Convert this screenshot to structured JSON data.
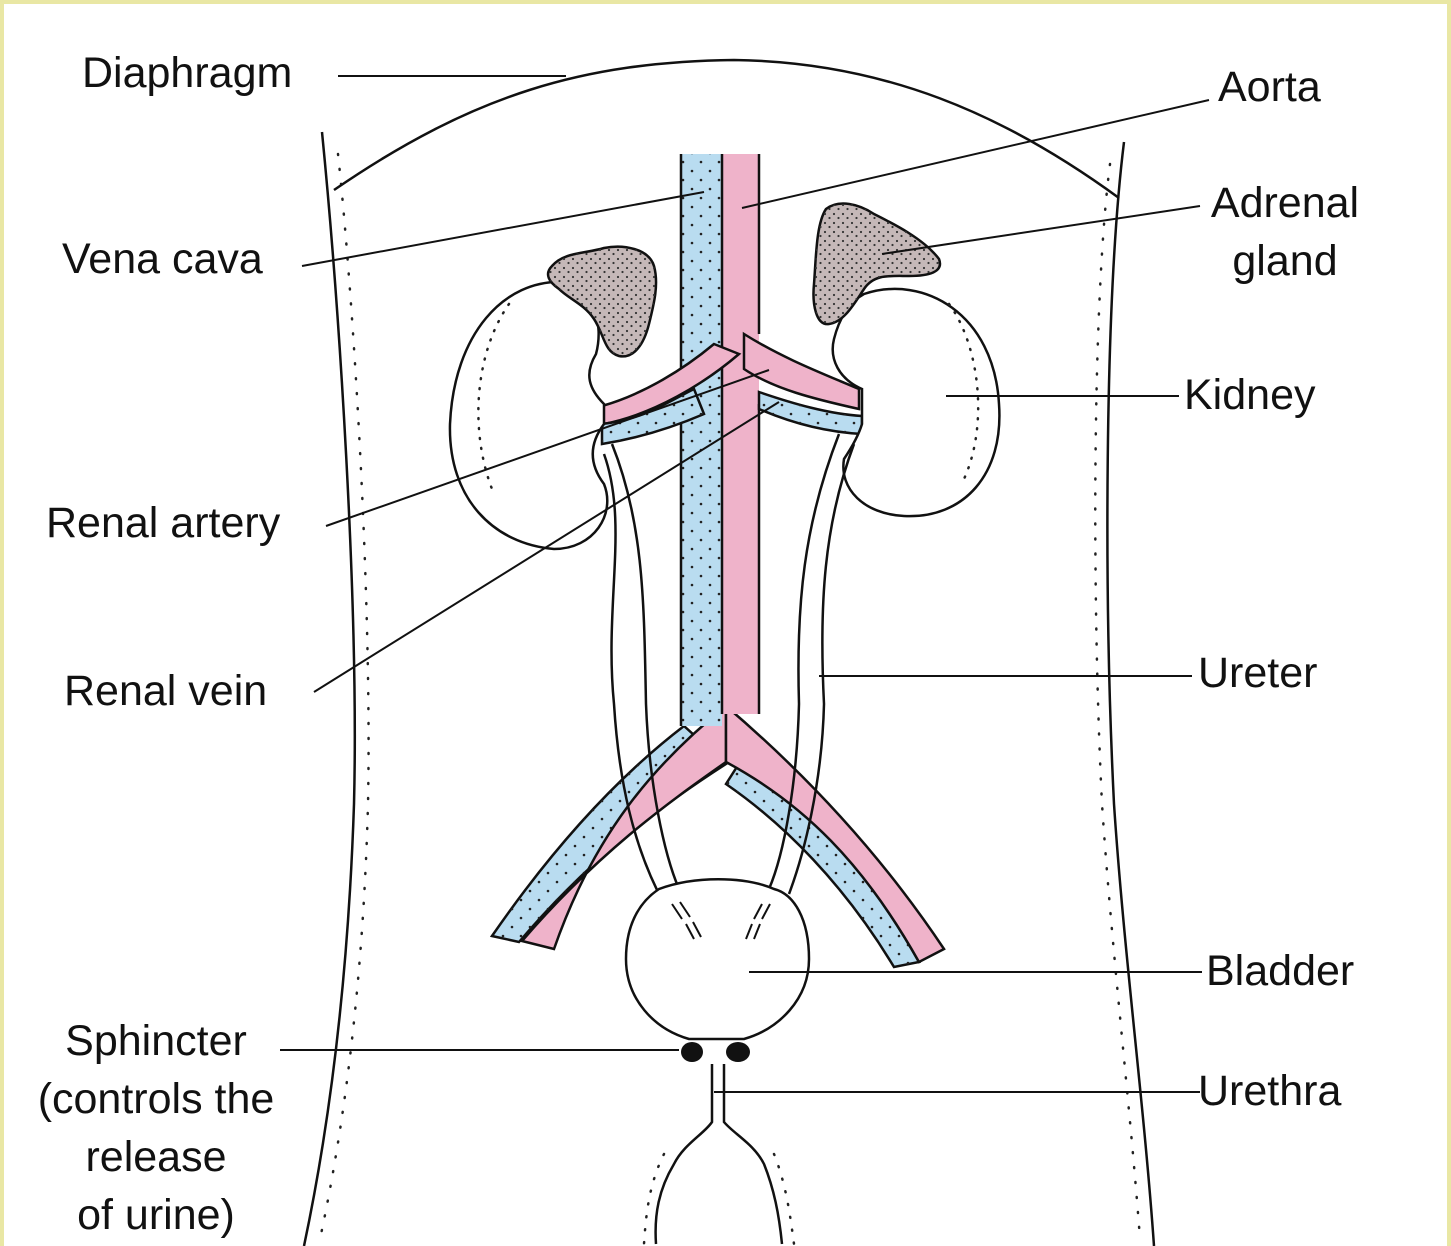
{
  "colors": {
    "frame": "#e9e7a4",
    "background": "#ffffff",
    "vein": "#b9dcf0",
    "artery": "#efb3ca",
    "adrenal": "#c5b8b8",
    "line": "#111111"
  },
  "labels": {
    "diaphragm": "Diaphragm",
    "aorta": "Aorta",
    "vena_cava": "Vena cava",
    "adrenal_gland": [
      "Adrenal",
      "gland"
    ],
    "kidney": "Kidney",
    "renal_artery": "Renal artery",
    "renal_vein": "Renal vein",
    "ureter": "Ureter",
    "bladder": "Bladder",
    "sphincter": [
      "Sphincter",
      "(controls the",
      "release",
      "of urine)"
    ],
    "urethra": "Urethra"
  }
}
